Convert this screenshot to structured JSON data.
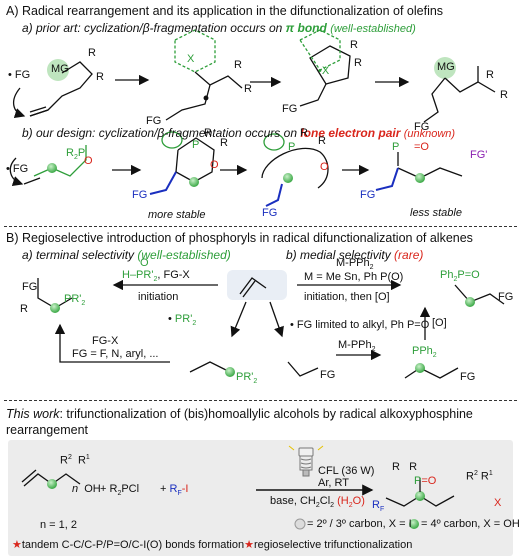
{
  "sectionA": {
    "title": "A) Radical rearrangement and its application in the difunctionalization of olefins",
    "a_prefix": "a) prior art: cyclization/β-fragmentation occurs on",
    "a_bond": "π bond",
    "a_status": "(well-established)",
    "b_prefix": "b) our design: cyclization/β-fragmentation occurs on",
    "b_lone": "lone electron pair",
    "b_status": "(unknown)",
    "more_stable": "more stable",
    "less_stable": "less stable"
  },
  "sectionB": {
    "title": "B)  Regioselective introduction of phosphoryls in radical difunctionalization of alkenes",
    "a_label": "a) terminal selectivity",
    "a_status": "(well-established)",
    "b_label": "b) medial selectivity",
    "b_status": "(rare)",
    "reagent1": "FG-X",
    "initiation": "initiation",
    "mpph2": "M-PPh",
    "mdef": "M = Me Sn, Ph P(O)",
    "init_then": "initiation, then [O]",
    "fg_limited": "FG limited to alkyl, Ph P=O",
    "fgx": "FG-X",
    "fg_list": "FG = F, N, aryl, ...",
    "mpph2_b": "M-PPh",
    "o_label": "[O]"
  },
  "sectionC": {
    "title_italic": "This work",
    "title_rest": ": trifunctionalization of (bis)homoallylic alcohols by radical alkoxyphosphine",
    "title_line2": "rearrangement",
    "r2pcl": "+ R PCl",
    "rfi": "+ R -I",
    "cfl": "CFL (36 W)",
    "conditions1": "Ar, RT",
    "conditions2": "base, CH Cl  (H O)",
    "n_values": "n = 1, 2",
    "legend1": "= 2º / 3º carbon, X = I",
    "legend2": "= 4º carbon, X = OH",
    "foot1": "tandem C-C/C-P/P=O/C-I(O) bonds formation",
    "foot2": "regioselective trifunctionalization"
  },
  "colors": {
    "green": "#2e9e3a",
    "red": "#d9261c",
    "blue": "#1a2fbf",
    "box": "#ececec"
  }
}
